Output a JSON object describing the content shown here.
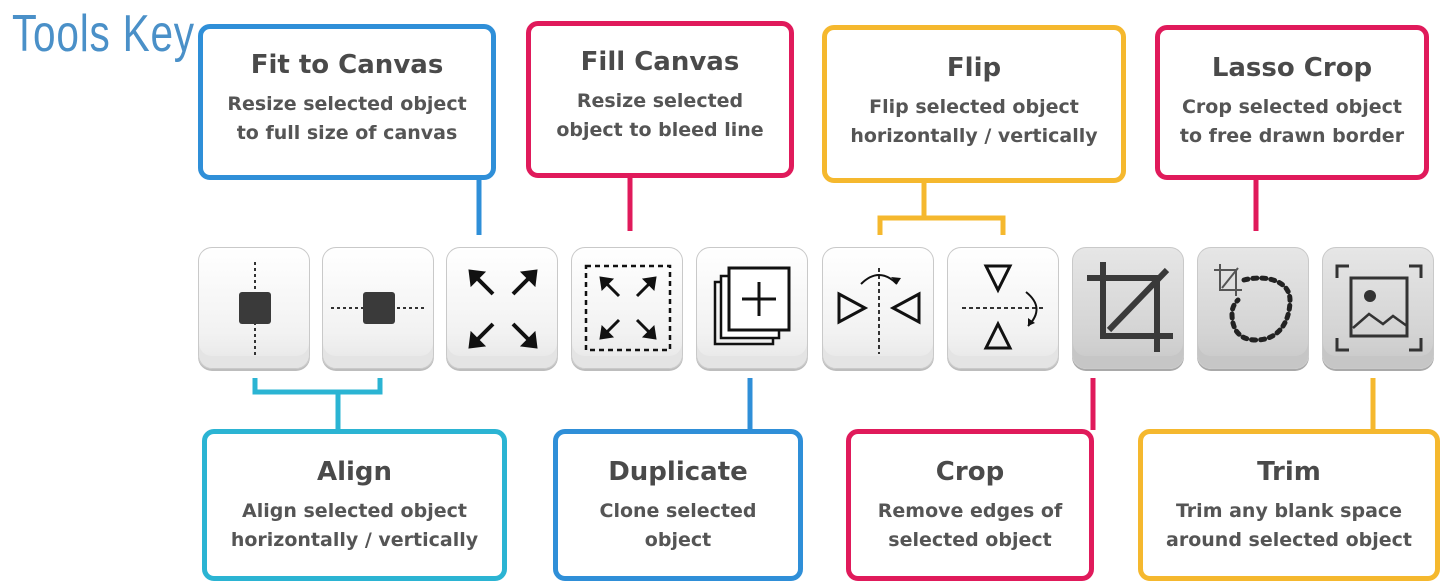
{
  "title": "Tools Key",
  "colors": {
    "blue": "#2f8fd8",
    "red": "#e01a5b",
    "yellow": "#f5b82e",
    "cyan": "#2bb4d3",
    "title": "#4a90c8"
  },
  "callouts": {
    "fit_to_canvas": {
      "title": "Fit to Canvas",
      "line1": "Resize selected object",
      "line2": "to full size of canvas"
    },
    "fill_canvas": {
      "title": "Fill Canvas",
      "line1": "Resize selected",
      "line2": "object to bleed line"
    },
    "flip": {
      "title": "Flip",
      "line1": "Flip selected object",
      "line2": "horizontally / vertically"
    },
    "lasso_crop": {
      "title": "Lasso Crop",
      "line1": "Crop selected object",
      "line2": "to free drawn border"
    },
    "align": {
      "title": "Align",
      "line1": "Align selected object",
      "line2": "horizontally / vertically"
    },
    "duplicate": {
      "title": "Duplicate",
      "line1": "Clone selected",
      "line2": "object"
    },
    "crop": {
      "title": "Crop",
      "line1": "Remove edges of",
      "line2": "selected object"
    },
    "trim": {
      "title": "Trim",
      "line1": "Trim any blank space",
      "line2": "around selected object"
    }
  },
  "tools": [
    {
      "icon": "align-vertical-icon"
    },
    {
      "icon": "align-horizontal-icon"
    },
    {
      "icon": "fit-to-canvas-icon"
    },
    {
      "icon": "fill-canvas-icon"
    },
    {
      "icon": "duplicate-icon"
    },
    {
      "icon": "flip-horizontal-icon"
    },
    {
      "icon": "flip-vertical-icon"
    },
    {
      "icon": "crop-icon"
    },
    {
      "icon": "lasso-crop-icon"
    },
    {
      "icon": "trim-icon"
    }
  ]
}
